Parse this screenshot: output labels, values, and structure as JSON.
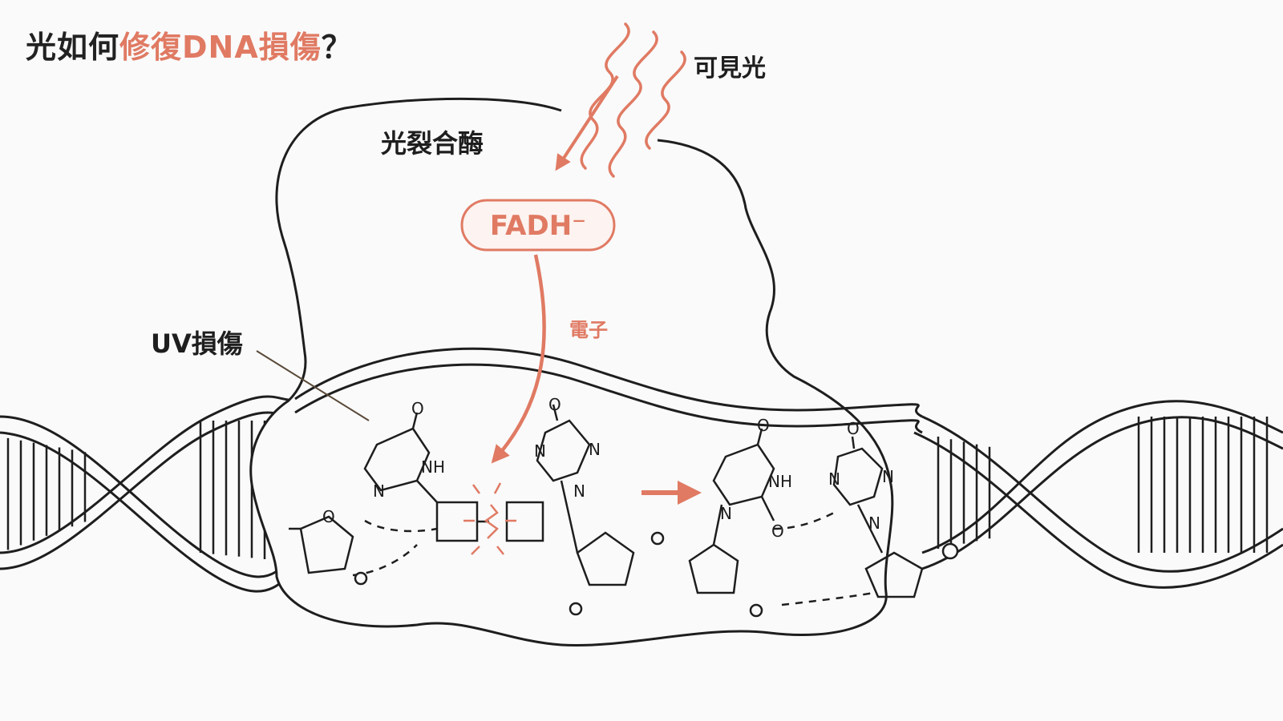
{
  "title": {
    "prefix": "光如何",
    "highlight": "修復DNA損傷",
    "suffix": "？"
  },
  "labels": {
    "visible_light": "可見光",
    "photolyase": "光裂合酶",
    "fadh": "FADH⁻",
    "electron": "電子",
    "uv_damage": "UV損傷"
  },
  "atoms": {
    "O": "O",
    "N": "N",
    "NH": "NH"
  },
  "colors": {
    "accent": "#e07a63",
    "ink": "#1e1e1e",
    "background": "#fafafa"
  }
}
